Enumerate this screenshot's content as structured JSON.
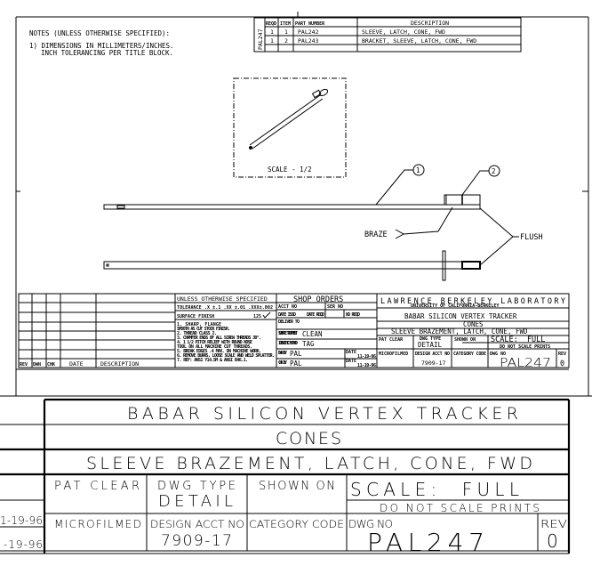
{
  "notes": {
    "heading": "NOTES (UNLESS OTHERWISE SPECIFIED):",
    "line1": "1) DIMENSIONS IN MILLIMETERS/INCHES.",
    "line2": "INCH TOLERANCING PER TITLE BLOCK."
  },
  "parts_list": {
    "side_label": "PAL247",
    "headers": [
      "REQD",
      "ITEM",
      "PART NUMBER",
      "DESCRIPTION"
    ],
    "rows": [
      [
        "1",
        "1",
        "PAL242",
        "SLEEVE, LATCH, CONE, FWD"
      ],
      [
        "1",
        "2",
        "PAL243",
        "BRACKET, SLEEVE, LATCH, CONE, FWD"
      ]
    ]
  },
  "views": {
    "iso_scale": "SCALE - 1/2",
    "balloon1": "1",
    "balloon2": "2",
    "braze": "BRAZE",
    "flush": "FLUSH"
  },
  "revision_block": {
    "headers": [
      "REV",
      "DWN",
      "CHK",
      "DATE",
      "DESCRIPTION"
    ]
  },
  "spec_block": {
    "title": "UNLESS OTHERWISE SPECIFIED",
    "tolerance": "TOLERANCE .X ±.1 .XX ±.01 .XXX±.002",
    "surface_finish": "SURFACE FINISH",
    "finish_value": "125",
    "notes": [
      "1. SHARP, FLANGE",
      "   SMOOTH AS CUT STOCK FINISH.",
      "2. THREAD CLASS 2.",
      "3. CHAMFER ENDS OF ALL SCREW THREADS 30°.",
      "4. 1 1/2 PITCH RELIEF WITH ROUND NOSE",
      "   TOOL ON ALL MACHINE CUT THREADS.",
      "5. BREAK EDGES .4 MAX. ON MACHINE WORK.",
      "6. REMOVE BURRS, LOOSE SCALE AND WELD SPLATTER.",
      "7. REF: ANSI Y14.5M & ANSI B46.1."
    ]
  },
  "shop_orders": {
    "title": "SHOP ORDERS",
    "acct_no": "ACCT NO",
    "ser_no": "SER NO",
    "date_issd": "DATE ISSD",
    "date_reqd": "DATE REQD",
    "no_reqd": "NO REQD",
    "deliver_to": "DELIVER TO",
    "surface_treatment_label": "SURFACE TREATMENT",
    "surface_treatment": "CLEAN",
    "identific_label": "IDENTIFIC METHOD",
    "identific": "TAG",
    "dwn_by_label": "DWN BY",
    "dwn_by": "PAL",
    "chk_by_label": "CHK BY",
    "chk_by": "PAL",
    "date_label": "DATE",
    "dwn_date": "11-19-96",
    "chk_date": "11-19-96"
  },
  "title_block": {
    "lab": "LAWRENCE BERKELEY LABORATORY",
    "university": "UNIVERSITY OF CALIFORNIA-BERKELEY",
    "project": "BABAR SILICON VERTEX TRACKER",
    "assembly": "CONES",
    "title": "SLEEVE BRAZEMENT, LATCH, CONE, FWD",
    "pat_clear": "PAT CLEAR",
    "dwg_type_label": "DWG TYPE",
    "dwg_type": "DETAIL",
    "shown_on": "SHOWN ON",
    "scale": "SCALE:  FULL",
    "do_not_scale": "DO NOT SCALE PRINTS",
    "microfilmed": "MICROFILMED",
    "design_acct_label": "DESIGN ACCT NO",
    "design_acct": "7909-17",
    "category_code": "CATEGORY CODE",
    "dwg_no_label": "DWG NO",
    "dwg_no": "PAL247",
    "rev_label": "REV",
    "rev": "0"
  },
  "zoom_left": {
    "date1": "1-19-96",
    "date2": "-19-96"
  }
}
